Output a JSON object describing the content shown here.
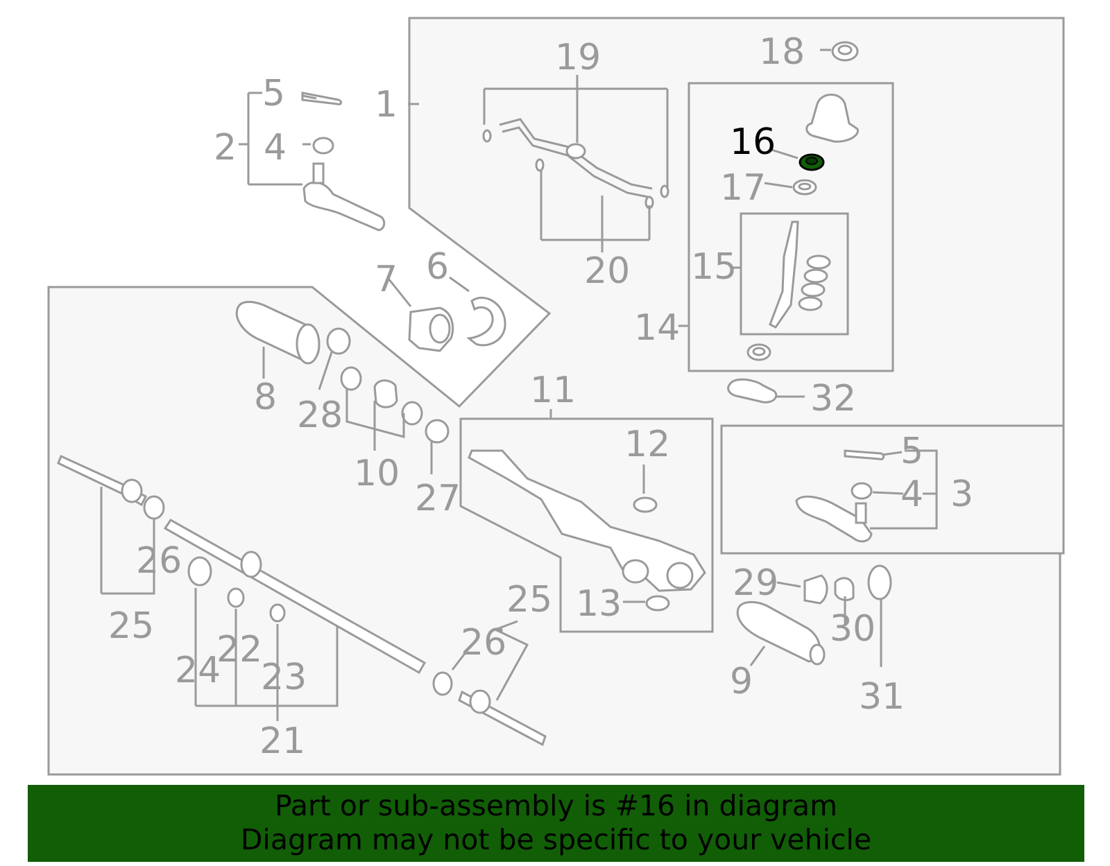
{
  "colors": {
    "line": "#9a9a9a",
    "box_fill": "#f7f7f7",
    "highlight_part": "#115e07",
    "banner_bg": "#115e07",
    "banner_text": "#000000"
  },
  "callouts": {
    "n1": "1",
    "n2": "2",
    "n3": "3",
    "n4a": "4",
    "n4b": "4",
    "n5a": "5",
    "n5b": "5",
    "n6": "6",
    "n7": "7",
    "n8": "8",
    "n9": "9",
    "n10": "10",
    "n11": "11",
    "n12": "12",
    "n13": "13",
    "n14": "14",
    "n15": "15",
    "n16": "16",
    "n17": "17",
    "n18": "18",
    "n19": "19",
    "n20": "20",
    "n21": "21",
    "n22": "22",
    "n23": "23",
    "n24": "24",
    "n25a": "25",
    "n25b": "25",
    "n26a": "26",
    "n26b": "26",
    "n27": "27",
    "n28": "28",
    "n29": "29",
    "n30": "30",
    "n31": "31",
    "n32": "32"
  },
  "highlighted_callout": "16",
  "banner": {
    "line1": "Part or sub-assembly is #16 in diagram",
    "line2": "Diagram may not be specific to your vehicle"
  }
}
